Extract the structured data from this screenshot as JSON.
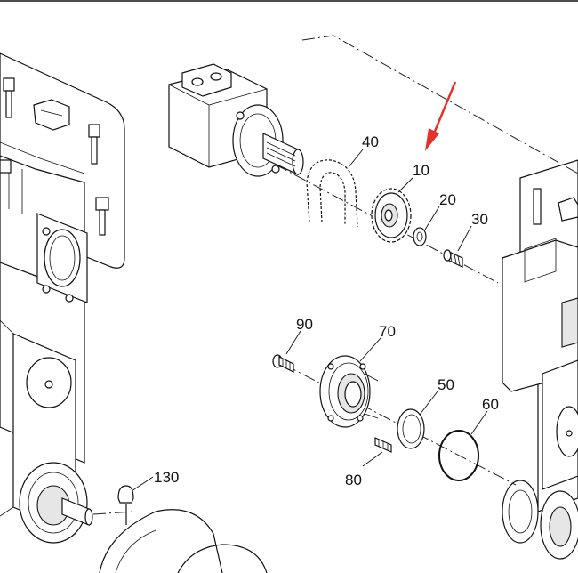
{
  "diagram": {
    "callouts": {
      "c10": "10",
      "c20": "20",
      "c30": "30",
      "c40": "40",
      "c50": "50",
      "c60": "60",
      "c70": "70",
      "c80": "80",
      "c90": "90",
      "c130": "130"
    },
    "colors": {
      "line": "#111111",
      "arrow": "#e8302a",
      "shade": "#e6e6e6"
    }
  }
}
